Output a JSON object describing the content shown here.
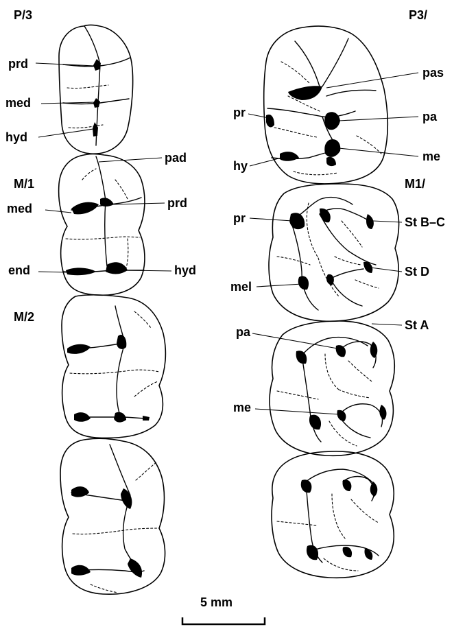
{
  "lower_series": {
    "p3_title": "P/3",
    "m1_title": "M/1",
    "m2_title": "M/2",
    "labels": {
      "p3_prd": "prd",
      "p3_med": "med",
      "p3_hyd": "hyd",
      "m1_pad": "pad",
      "m1_med": "med",
      "m1_prd": "prd",
      "m1_end": "end",
      "m1_hyd": "hyd"
    }
  },
  "upper_series": {
    "p3_title": "P3/",
    "m1_title": "M1/",
    "labels": {
      "p3_pas": "pas",
      "p3_pr": "pr",
      "p3_pa": "pa",
      "p3_hy": "hy",
      "p3_me": "me",
      "m1_pr": "pr",
      "m1_st_bc": "St  B–C",
      "m1_st_d": "St  D",
      "m1_mel": "mel",
      "m1_st_a": "St  A",
      "m1_pa": "pa",
      "m1_me": "me"
    }
  },
  "scale_bar": {
    "label": "5  mm"
  }
}
